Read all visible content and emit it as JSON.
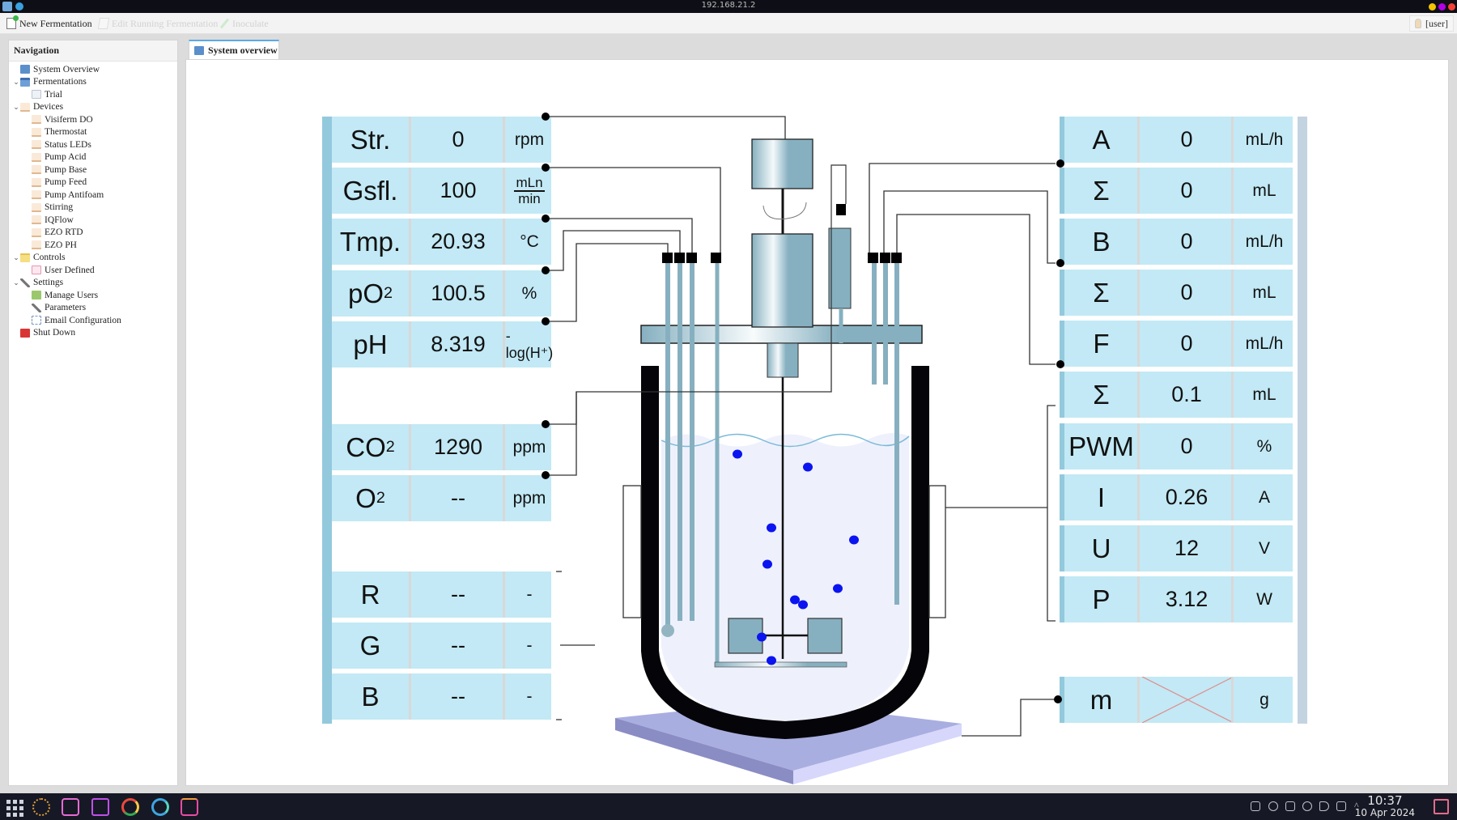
{
  "window": {
    "title": "192.168.21.2",
    "controls": [
      {
        "name": "minimize",
        "color": "#f5c400"
      },
      {
        "name": "maximize",
        "color": "#b400e6"
      },
      {
        "name": "close",
        "color": "#f44336"
      }
    ]
  },
  "toolbar": {
    "new_fermentation": "New Fermentation",
    "edit_running": "Edit Running Fermentation",
    "inoculate": "Inoculate",
    "user": "[user]"
  },
  "navigation": {
    "header": "Navigation",
    "items": [
      {
        "label": "System Overview",
        "level": 0,
        "icon": "overview-icon",
        "expandable": false
      },
      {
        "label": "Fermentations",
        "level": 0,
        "icon": "folder-icon",
        "expandable": true
      },
      {
        "label": "Trial",
        "level": 1,
        "icon": "fermentation-icon"
      },
      {
        "label": "Devices",
        "level": 0,
        "icon": "device-icon",
        "expandable": true
      },
      {
        "label": "Visiferm DO",
        "level": 1,
        "icon": "device-icon"
      },
      {
        "label": "Thermostat",
        "level": 1,
        "icon": "device-icon"
      },
      {
        "label": "Status LEDs",
        "level": 1,
        "icon": "device-icon"
      },
      {
        "label": "Pump Acid",
        "level": 1,
        "icon": "device-icon"
      },
      {
        "label": "Pump Base",
        "level": 1,
        "icon": "device-icon"
      },
      {
        "label": "Pump Feed",
        "level": 1,
        "icon": "device-icon"
      },
      {
        "label": "Pump Antifoam",
        "level": 1,
        "icon": "device-icon"
      },
      {
        "label": "Stirring",
        "level": 1,
        "icon": "device-icon"
      },
      {
        "label": "IQFlow",
        "level": 1,
        "icon": "device-icon"
      },
      {
        "label": "EZO RTD",
        "level": 1,
        "icon": "device-icon"
      },
      {
        "label": "EZO PH",
        "level": 1,
        "icon": "device-icon"
      },
      {
        "label": "Controls",
        "level": 0,
        "icon": "folder-icon",
        "expandable": true
      },
      {
        "label": "User Defined",
        "level": 1,
        "icon": "js-icon"
      },
      {
        "label": "Settings",
        "level": 0,
        "icon": "wrench-icon",
        "expandable": true
      },
      {
        "label": "Manage Users",
        "level": 1,
        "icon": "users-icon"
      },
      {
        "label": "Parameters",
        "level": 1,
        "icon": "wrench-icon"
      },
      {
        "label": "Email Configuration",
        "level": 1,
        "icon": "email-icon"
      },
      {
        "label": "Shut Down",
        "level": 0,
        "icon": "shutdown-icon",
        "expandable": false
      }
    ]
  },
  "tabs": [
    {
      "label": "System overview",
      "active": true
    }
  ],
  "left_readings": [
    {
      "label": "Str.",
      "value": "0",
      "unit": "rpm"
    },
    {
      "label": "Gsfl.",
      "value": "100",
      "unit_num": "mLn",
      "unit_den": "min"
    },
    {
      "label": "Tmp.",
      "value": "20.93",
      "unit": "°C"
    },
    {
      "label": "pO",
      "label_sub": "2",
      "value": "100.5",
      "unit": "%"
    },
    {
      "label": "pH",
      "value": "8.319",
      "unit": "-log(H⁺)"
    },
    {
      "label": "CO",
      "label_sub": "2",
      "value": "1290",
      "unit": "ppm"
    },
    {
      "label": "O",
      "label_sub": "2",
      "value": "--",
      "unit": "ppm"
    },
    {
      "label": "R",
      "value": "--",
      "unit": "-"
    },
    {
      "label": "G",
      "value": "--",
      "unit": "-"
    },
    {
      "label": "B",
      "value": "--",
      "unit": "-"
    }
  ],
  "right_readings": [
    {
      "label": "A",
      "value": "0",
      "unit": "mL/h"
    },
    {
      "label": "Σ",
      "value": "0",
      "unit": "mL"
    },
    {
      "label": "B",
      "value": "0",
      "unit": "mL/h"
    },
    {
      "label": "Σ",
      "value": "0",
      "unit": "mL"
    },
    {
      "label": "F",
      "value": "0",
      "unit": "mL/h"
    },
    {
      "label": "Σ",
      "value": "0.1",
      "unit": "mL"
    },
    {
      "label": "PWM",
      "value": "0",
      "unit": "%"
    },
    {
      "label": "I",
      "value": "0.26",
      "unit": "A"
    },
    {
      "label": "U",
      "value": "12",
      "unit": "V"
    },
    {
      "label": "P",
      "value": "3.12",
      "unit": "W"
    },
    {
      "label": "m",
      "value": "",
      "unit": "g",
      "unavailable": true
    }
  ],
  "reactor": {
    "liquid_color": "#eef1fc",
    "bubble_color": "#0a14f0",
    "probe_color": "#86b0c0",
    "base_color": "#a9aee0",
    "jacket_color": "#050408"
  },
  "taskbar": {
    "apps": [
      "app-launcher-icon",
      "settings-icon",
      "download-icon",
      "files-icon",
      "chrome-icon",
      "chromium-icon",
      "terminal-icon"
    ],
    "tray": [
      "notification-icon",
      "update-icon",
      "clipboard-icon",
      "media-icon",
      "volume-icon",
      "network-icon",
      "expand-tray-icon"
    ],
    "time": "10:37",
    "date": "10 Apr 2024"
  }
}
